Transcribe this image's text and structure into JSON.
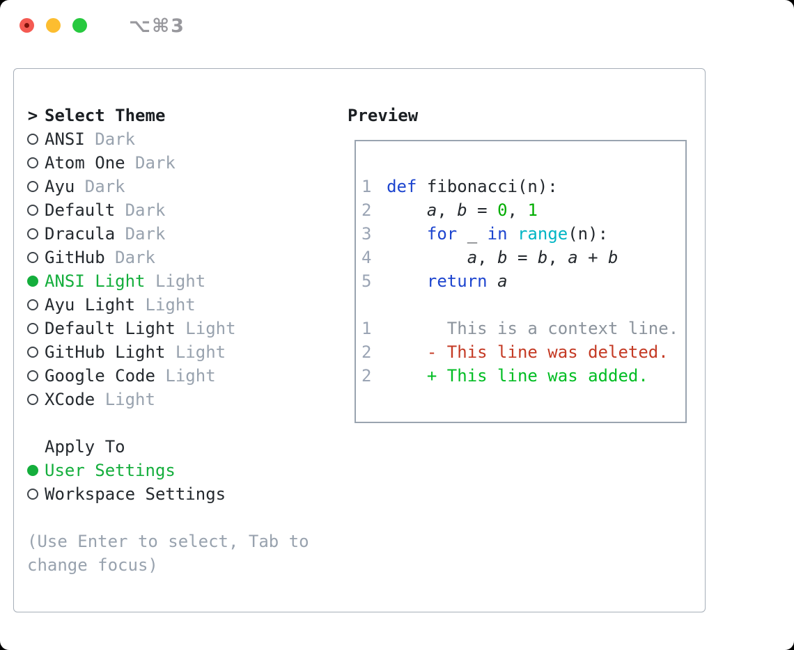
{
  "titlebar": {
    "title": "⌥⌘3"
  },
  "panel": {
    "theme_list": {
      "cursor": ">",
      "title": "Select Theme",
      "items": [
        {
          "label": "ANSI",
          "badge": "Dark",
          "selected": false
        },
        {
          "label": "Atom One",
          "badge": "Dark",
          "selected": false
        },
        {
          "label": "Ayu",
          "badge": "Dark",
          "selected": false
        },
        {
          "label": "Default",
          "badge": "Dark",
          "selected": false
        },
        {
          "label": "Dracula",
          "badge": "Dark",
          "selected": false
        },
        {
          "label": "GitHub",
          "badge": "Dark",
          "selected": false
        },
        {
          "label": "ANSI Light",
          "badge": "Light",
          "selected": true
        },
        {
          "label": "Ayu Light",
          "badge": "Light",
          "selected": false
        },
        {
          "label": "Default Light",
          "badge": "Light",
          "selected": false
        },
        {
          "label": "GitHub Light",
          "badge": "Light",
          "selected": false
        },
        {
          "label": "Google Code",
          "badge": "Light",
          "selected": false
        },
        {
          "label": "XCode",
          "badge": "Light",
          "selected": false
        }
      ]
    },
    "apply_to": {
      "title": "Apply To",
      "options": [
        {
          "label": "User Settings",
          "selected": true
        },
        {
          "label": "Workspace Settings",
          "selected": false
        }
      ]
    },
    "help_text": "(Use Enter to select, Tab to\nchange focus)"
  },
  "preview": {
    "title": "Preview",
    "code_lines": [
      {
        "num": "1",
        "spans": [
          {
            "t": "def",
            "c": "kw"
          },
          {
            "t": " fibonacci(n):",
            "c": "pl"
          }
        ]
      },
      {
        "num": "2",
        "spans": [
          {
            "t": "    ",
            "c": "pl"
          },
          {
            "t": "a",
            "c": "var"
          },
          {
            "t": ", ",
            "c": "pl"
          },
          {
            "t": "b",
            "c": "var"
          },
          {
            "t": " = ",
            "c": "pl"
          },
          {
            "t": "0",
            "c": "num"
          },
          {
            "t": ", ",
            "c": "pl"
          },
          {
            "t": "1",
            "c": "num"
          }
        ]
      },
      {
        "num": "3",
        "spans": [
          {
            "t": "    ",
            "c": "pl"
          },
          {
            "t": "for",
            "c": "kw"
          },
          {
            "t": " _ ",
            "c": "pl"
          },
          {
            "t": "in",
            "c": "kw"
          },
          {
            "t": " ",
            "c": "pl"
          },
          {
            "t": "range",
            "c": "fn"
          },
          {
            "t": "(n):",
            "c": "pl"
          }
        ]
      },
      {
        "num": "4",
        "spans": [
          {
            "t": "        ",
            "c": "pl"
          },
          {
            "t": "a",
            "c": "var"
          },
          {
            "t": ", ",
            "c": "pl"
          },
          {
            "t": "b",
            "c": "var"
          },
          {
            "t": " = ",
            "c": "pl"
          },
          {
            "t": "b",
            "c": "var"
          },
          {
            "t": ", ",
            "c": "pl"
          },
          {
            "t": "a",
            "c": "var"
          },
          {
            "t": " + ",
            "c": "pl"
          },
          {
            "t": "b",
            "c": "var"
          }
        ]
      },
      {
        "num": "5",
        "spans": [
          {
            "t": "    ",
            "c": "pl"
          },
          {
            "t": "return",
            "c": "kw"
          },
          {
            "t": " ",
            "c": "pl"
          },
          {
            "t": "a",
            "c": "var"
          }
        ]
      },
      {
        "num": "",
        "spans": []
      },
      {
        "num": "1",
        "spans": [
          {
            "t": "      This is a context line.",
            "c": "ctx"
          }
        ]
      },
      {
        "num": "2",
        "spans": [
          {
            "t": "    - This line was deleted.",
            "c": "del"
          }
        ]
      },
      {
        "num": "2",
        "spans": [
          {
            "t": "    + This line was added.",
            "c": "add"
          }
        ]
      }
    ]
  },
  "colors": {
    "accent_green": "#14ae3c",
    "text": "#24292e",
    "muted": "#98a2ae",
    "border": "#a6aeb8",
    "line_number": "#9aa4b4",
    "syntax_keyword": "#1d45cf",
    "syntax_function": "#00b5c4",
    "syntax_number": "#00ad00",
    "diff_context": "#8b939c",
    "diff_deleted": "#c43a24",
    "diff_added": "#00bd23",
    "traffic_red": "#f45a52",
    "traffic_yellow": "#fcbd30",
    "traffic_green": "#27c93f"
  }
}
